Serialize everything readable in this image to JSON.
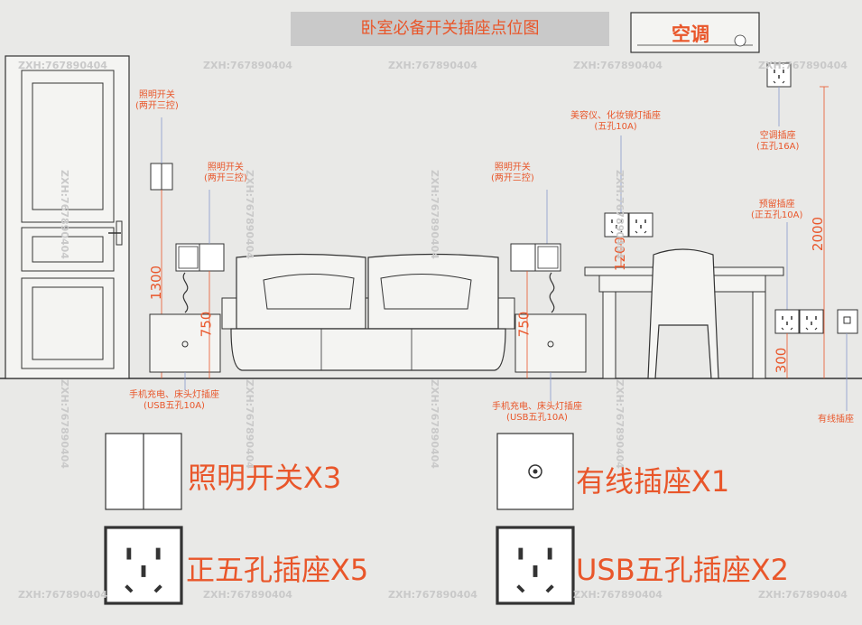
{
  "title": "卧室必备开关插座点位图",
  "ac_label": "空调",
  "watermark": "ZXH:767890404",
  "notes": {
    "switch_left_1": "照明开关\n(两开三控)",
    "switch_left_2": "照明开关\n(两开三控)",
    "switch_right": "照明开关\n(两开三控)",
    "beauty_socket": "美容仪、化妆镜灯插座\n(五孔10A)",
    "ac_socket": "空调插座\n(五孔16A)",
    "reserve_socket": "预留插座\n(正五孔10A)",
    "bedside_left": "手机充电、床头灯插座\n(USB五孔10A)",
    "bedside_right": "手机充电、床头灯插座\n(USB五孔10A)",
    "cable_socket": "有线插座"
  },
  "dims": {
    "d1300": "1300",
    "d750_left": "750",
    "d750_right": "750",
    "d1200": "1200",
    "d300": "300",
    "d2000": "2000"
  },
  "legend": {
    "switch": "照明开关X3",
    "cable": "有线插座X1",
    "five_hole": "正五孔插座X5",
    "usb": "USB五孔插座X2"
  },
  "colors": {
    "accent": "#e9562a",
    "line": "#333333",
    "background": "#e9e9e7",
    "title_bar": "#c9c9c9"
  }
}
